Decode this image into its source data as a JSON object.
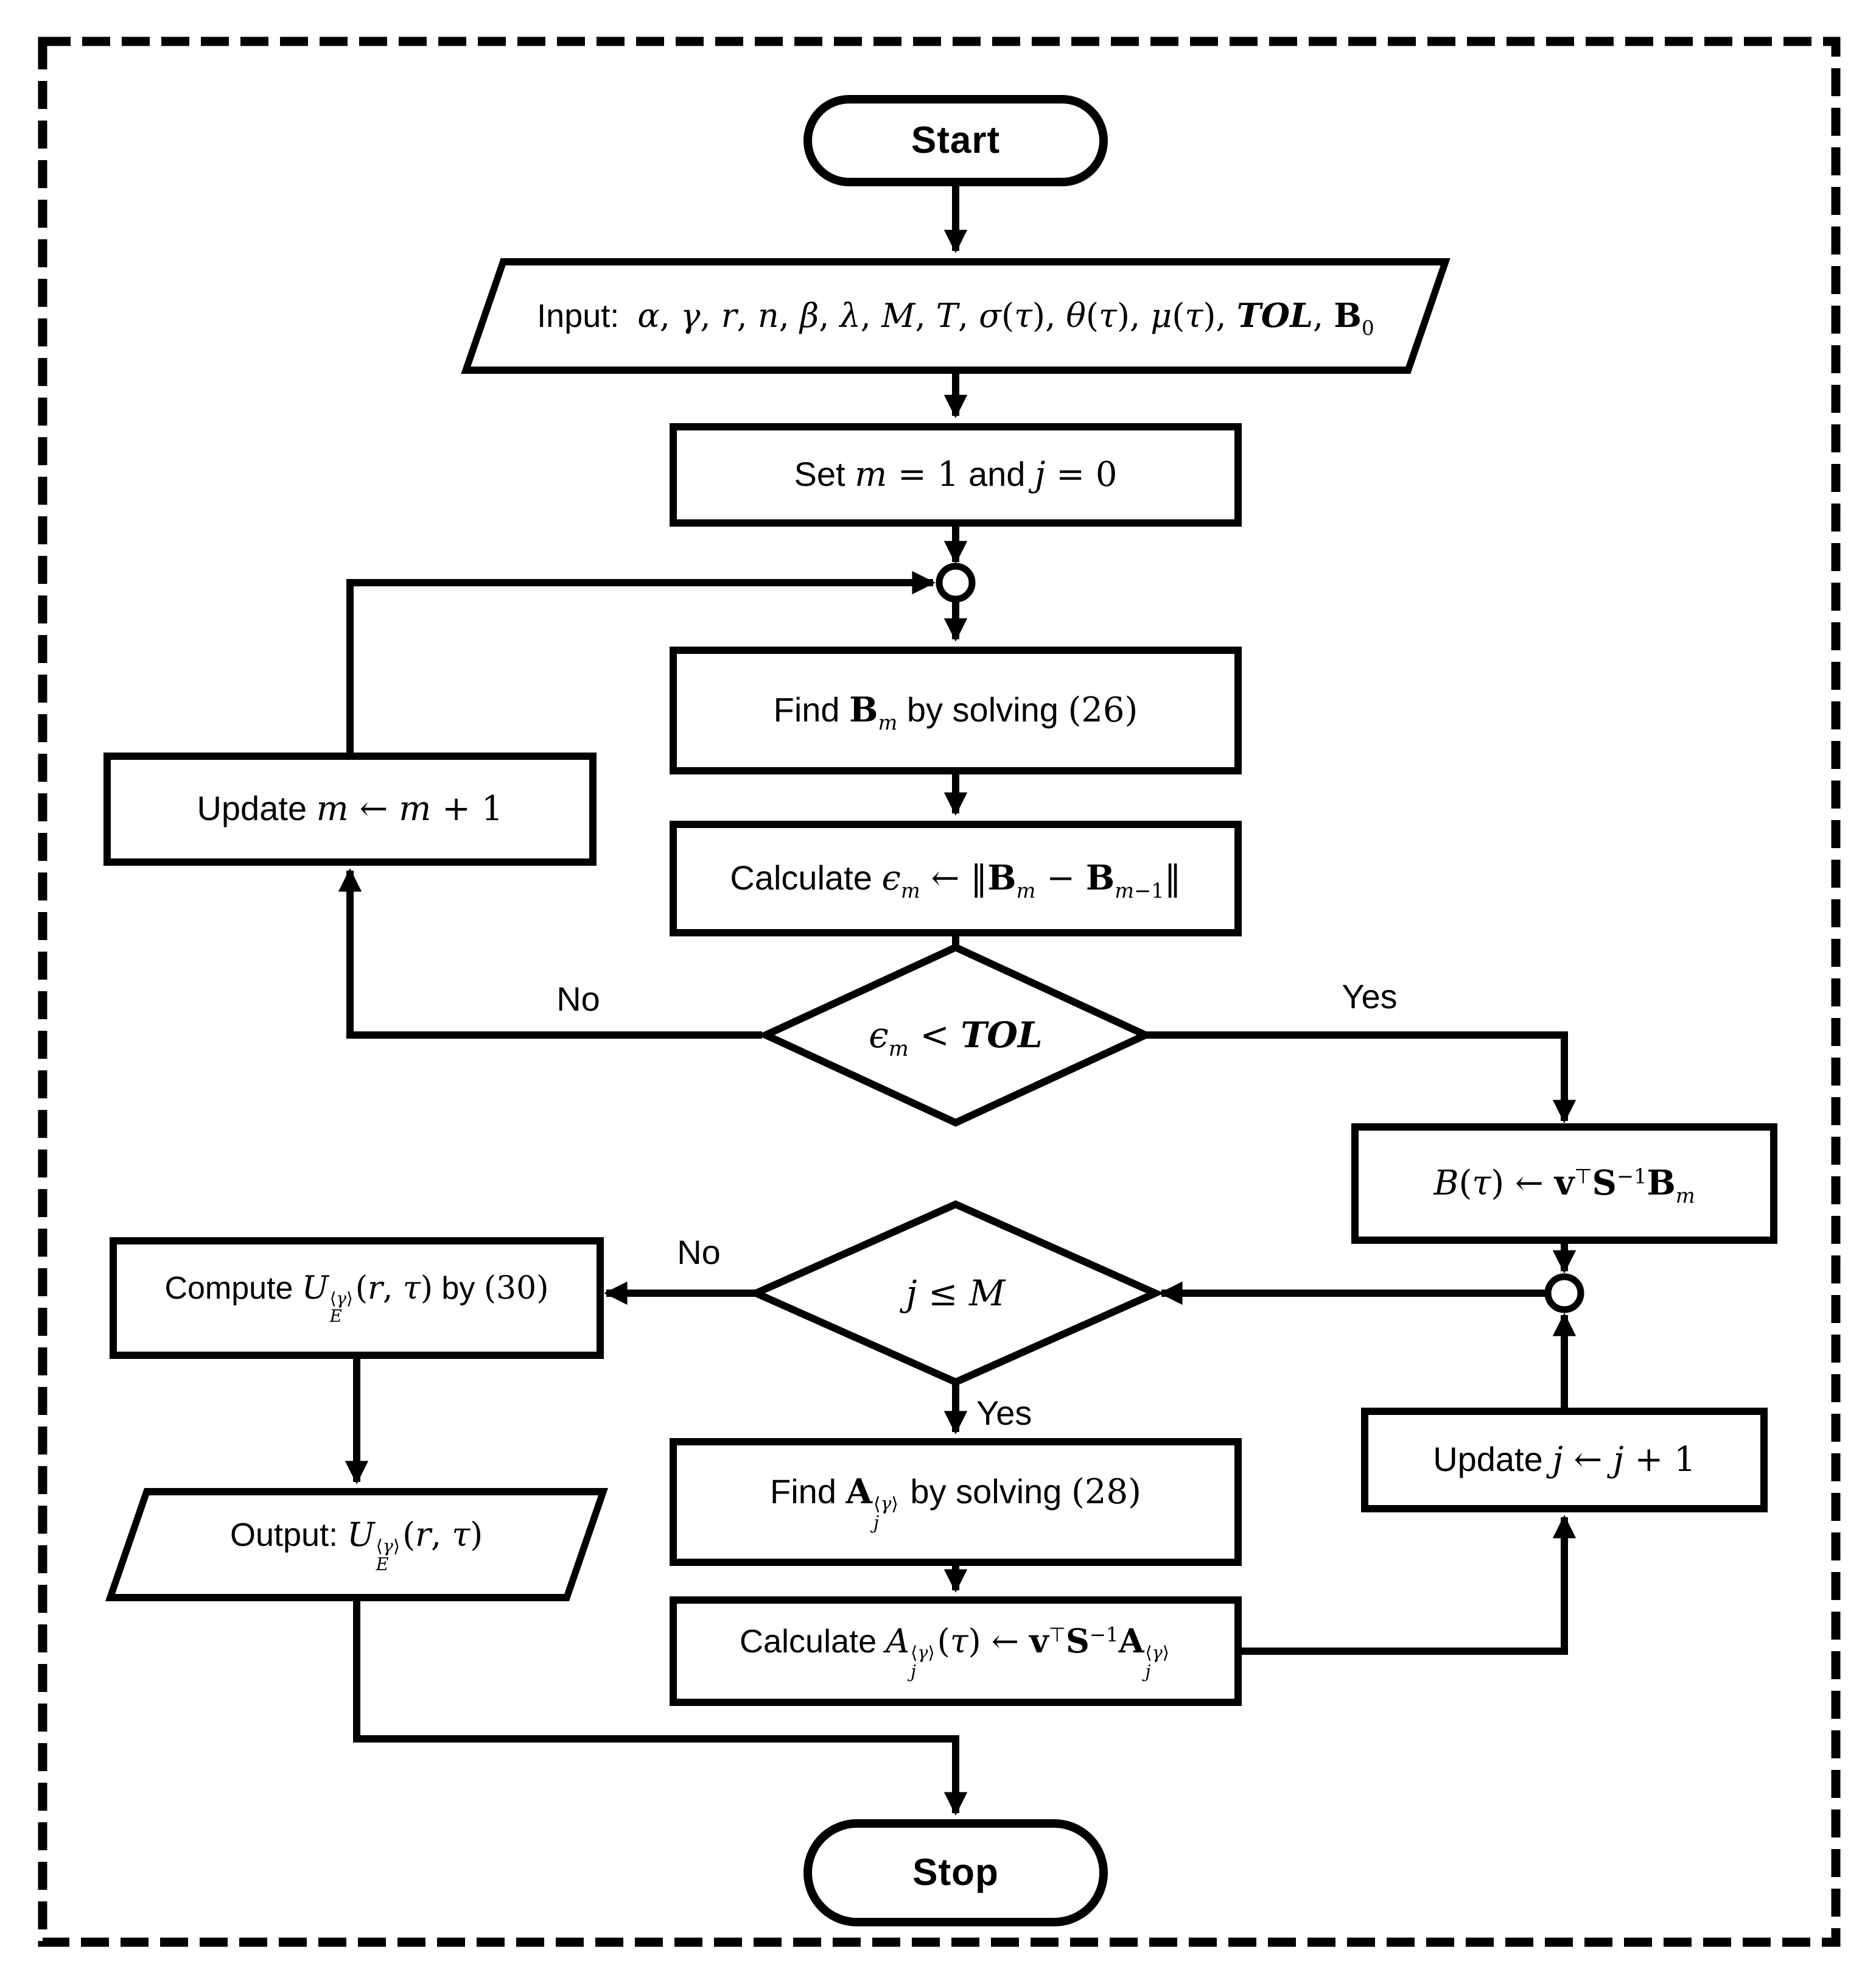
{
  "figure": {
    "type": "flowchart",
    "colors": {
      "ink": "#000000",
      "background": "#ffffff"
    },
    "nodes": {
      "start": {
        "shape": "terminator",
        "label": "Start"
      },
      "input": {
        "shape": "io-parallelogram",
        "label_html": "Input:&nbsp; <span class='m'><i>α</i>, <i>γ</i>, <i>r</i>, <i>n</i>, <i>β</i>, <i>λ</i>, <i>M</i>, <i>T</i>, <i>σ</i>(<i>τ</i>), <i>θ</i>(<i>τ</i>), <i>μ</i>(<i>τ</i>), <span class='ti'>TOL</span>, <b>B</b><sub>0</sub></span>"
      },
      "set_init": {
        "shape": "process",
        "label_html": "Set <span class='m'><i>m</i> = 1</span> and <span class='m'><i>j</i> = 0</span>"
      },
      "junction_m": {
        "shape": "connector"
      },
      "find_b": {
        "shape": "process",
        "label_html": "Find <span class='m'><b>B</b><sub><i>m</i></sub></span> by solving <span class='m'>(26)</span>"
      },
      "calc_eps": {
        "shape": "process",
        "label_html": "Calculate <span class='m'><i>ϵ</i><sub><i>m</i></sub> ← <span class='dv'>‖</span><b>B</b><sub><i>m</i></sub> − <b>B</b><sub><i>m</i>−1</sub><span class='dv'>‖</span></span>"
      },
      "tol_check": {
        "shape": "decision",
        "label_html": "<span class='m'><i>ϵ</i><sub><i>m</i></sub> &lt; <span class='ti'>TOL</span></span>"
      },
      "update_m": {
        "shape": "process",
        "label_html": "Update <span class='m'><i>m</i> ← <i>m</i> + 1</span>"
      },
      "b_tau": {
        "shape": "process",
        "label_html": "<span class='m'><i>B</i>(<i>τ</i>) ← <b>v</b><sup class='dv'>⊤</sup><b>S</b><sup>−1</sup><b>B</b><sub><i>m</i></sub></span>"
      },
      "junction_j": {
        "shape": "connector"
      },
      "j_check": {
        "shape": "decision",
        "label_html": "<span class='m'><i>j</i> ≤ <i>M</i></span>"
      },
      "compute_u": {
        "shape": "process",
        "label_html": "Compute <span class='m'><i>U</i><span class='ss'><span>⟨<i>γ</i>⟩</span><span><i>E</i></span></span>(<i>r</i>, <i>τ</i>)</span> by <span class='m'>(30)</span>"
      },
      "find_a": {
        "shape": "process",
        "label_html": "Find <span class='m'><b>A</b><span class='ss'><span>⟨<i>γ</i>⟩</span><span><i>j</i></span></span></span> by solving <span class='m'>(28)</span>"
      },
      "calc_a": {
        "shape": "process",
        "label_html": "Calculate <span class='m'><i>A</i><span class='ss'><span>⟨<i>γ</i>⟩</span><span><i>j</i></span></span>(<i>τ</i>) ← <b>v</b><sup class='dv'>⊤</sup><b>S</b><sup>−1</sup><b>A</b><span class='ss'><span>⟨<i>γ</i>⟩</span><span><i>j</i></span></span></span>"
      },
      "update_j": {
        "shape": "process",
        "label_html": "Update <span class='m'><i>j</i> ← <i>j</i> + 1</span>"
      },
      "output": {
        "shape": "io-parallelogram",
        "label_html": "Output: <span class='m'><i>U</i><span class='ss'><span>⟨<i>γ</i>⟩</span><span><i>E</i></span></span>(<i>r</i>, <i>τ</i>)</span>"
      },
      "stop": {
        "shape": "terminator",
        "label": "Stop"
      }
    },
    "edge_labels": {
      "tol_no": "No",
      "tol_yes": "Yes",
      "j_no": "No",
      "j_yes": "Yes"
    }
  }
}
